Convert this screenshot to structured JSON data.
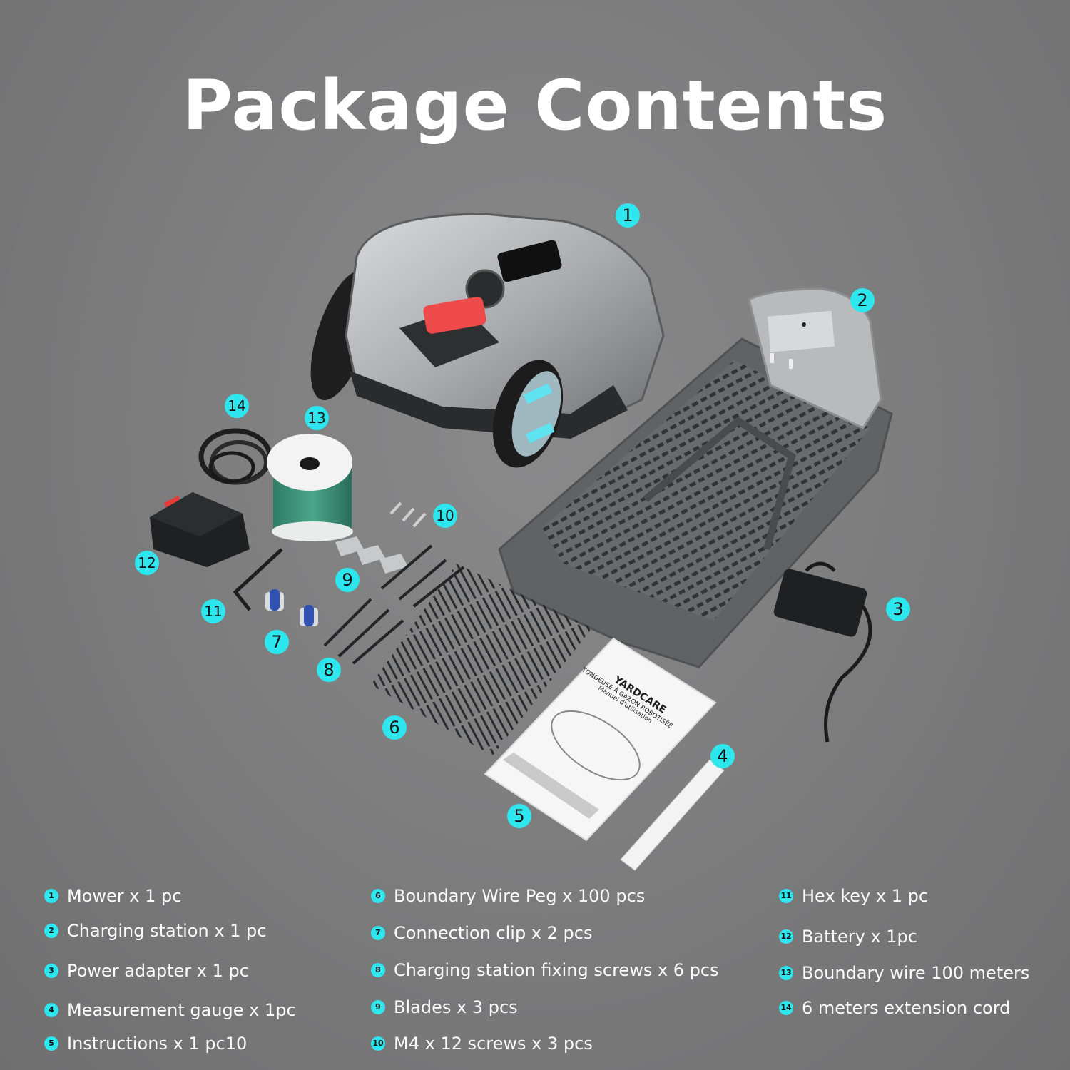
{
  "page": {
    "title": "Package Contents",
    "accent_color": "#2ee6ee",
    "background_color": "#7b7b7c"
  },
  "callouts": [
    {
      "number": "1",
      "item": "mower"
    },
    {
      "number": "2",
      "item": "charging-station"
    },
    {
      "number": "3",
      "item": "power-adapter"
    },
    {
      "number": "4",
      "item": "measurement-gauge"
    },
    {
      "number": "5",
      "item": "instructions"
    },
    {
      "number": "6",
      "item": "boundary-wire-pegs"
    },
    {
      "number": "7",
      "item": "connection-clips"
    },
    {
      "number": "8",
      "item": "fixing-screws"
    },
    {
      "number": "9",
      "item": "blades"
    },
    {
      "number": "10",
      "item": "m4-screws"
    },
    {
      "number": "11",
      "item": "hex-key"
    },
    {
      "number": "12",
      "item": "battery"
    },
    {
      "number": "13",
      "item": "boundary-wire"
    },
    {
      "number": "14",
      "item": "extension-cord"
    }
  ],
  "manual": {
    "brand": "YARDCARE",
    "title": "TONDEUSE À GAZON ROBOTISÉE",
    "subtitle": "Manuel d'utilisation"
  },
  "legend": [
    {
      "number": "1",
      "label": "Mower x 1 pc"
    },
    {
      "number": "2",
      "label": "Charging station x 1 pc"
    },
    {
      "number": "3",
      "label": "Power adapter x 1 pc"
    },
    {
      "number": "4",
      "label": "Measurement gauge x 1pc"
    },
    {
      "number": "5",
      "label": "Instructions x 1 pc10"
    },
    {
      "number": "6",
      "label": "Boundary Wire Peg x 100 pcs"
    },
    {
      "number": "7",
      "label": "Connection clip x 2 pcs"
    },
    {
      "number": "8",
      "label": "Charging station fixing screws x 6 pcs"
    },
    {
      "number": "9",
      "label": "Blades x 3 pcs"
    },
    {
      "number": "10",
      "label": "M4 x 12 screws x 3 pcs"
    },
    {
      "number": "11",
      "label": "Hex key x 1 pc"
    },
    {
      "number": "12",
      "label": "Battery x 1pc"
    },
    {
      "number": "13",
      "label": "Boundary wire 100 meters"
    },
    {
      "number": "14",
      "label": "6 meters extension cord"
    }
  ]
}
